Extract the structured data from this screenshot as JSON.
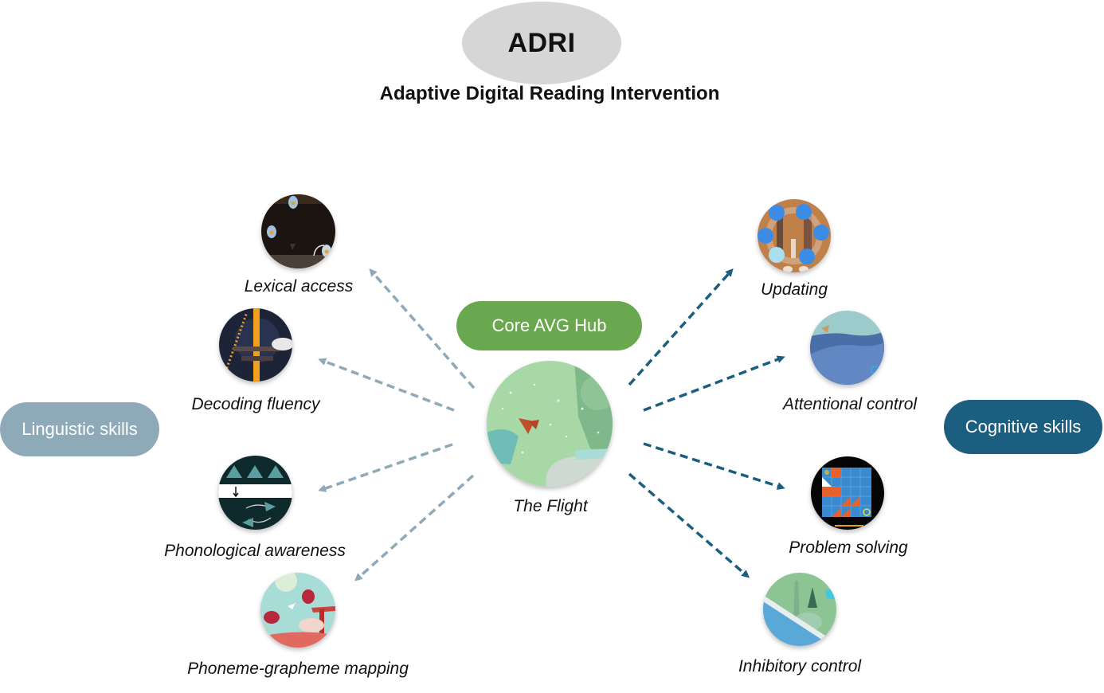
{
  "header": {
    "acronym": "ADRI",
    "full_title": "Adaptive Digital Reading Intervention"
  },
  "hub": {
    "label": "Core AVG Hub",
    "game_title": "The Flight",
    "color": "#6aa84f"
  },
  "groups": {
    "linguistic": {
      "label": "Linguistic skills",
      "color": "#8ea9b8"
    },
    "cognitive": {
      "label": "Cognitive skills",
      "color": "#1b5e80"
    }
  },
  "linguistic_skills": [
    {
      "label": "Lexical access",
      "thumbnail": "dark-cave-game-scene"
    },
    {
      "label": "Decoding fluency",
      "thumbnail": "night-tower-game-scene"
    },
    {
      "label": "Phonological awareness",
      "thumbnail": "triangle-pattern-game-scene"
    },
    {
      "label": "Phoneme-grapheme mapping",
      "thumbnail": "pastel-landscape-game-scene"
    }
  ],
  "cognitive_skills": [
    {
      "label": "Updating",
      "thumbnail": "symbol-wheel-game-scene"
    },
    {
      "label": "Attentional control",
      "thumbnail": "blue-waves-game-scene"
    },
    {
      "label": "Problem solving",
      "thumbnail": "grid-puzzle-game-scene"
    },
    {
      "label": "Inhibitory control",
      "thumbnail": "ice-slope-game-scene"
    }
  ]
}
